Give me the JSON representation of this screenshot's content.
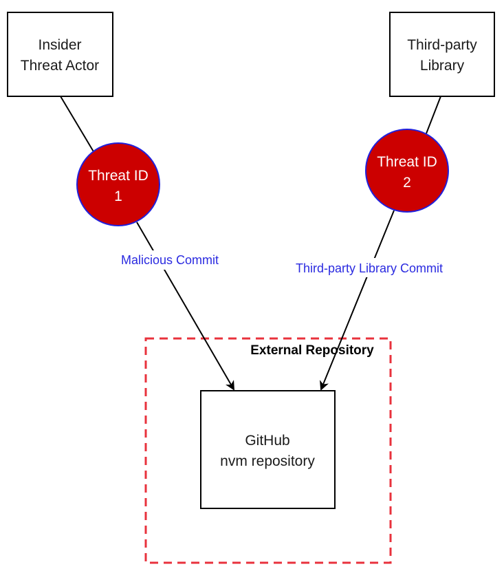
{
  "colors": {
    "threat_fill": "#cc0000",
    "threat_stroke": "#2020dd",
    "edge_label": "#2a2ae0",
    "boundary_stroke": "#e8323c",
    "box_stroke": "#000000"
  },
  "nodes": {
    "insider": {
      "line1": "Insider",
      "line2": "Threat Actor"
    },
    "library": {
      "line1": "Third-party",
      "line2": "Library"
    },
    "repo": {
      "line1": "GitHub",
      "line2": "nvm repository"
    }
  },
  "threats": [
    {
      "line1": "Threat ID",
      "line2": "1"
    },
    {
      "line1": "Threat ID",
      "line2": "2"
    }
  ],
  "edges": [
    {
      "label": "Malicious Commit"
    },
    {
      "label": "Third-party Library Commit"
    }
  ],
  "boundary": {
    "label": "External Repository"
  }
}
